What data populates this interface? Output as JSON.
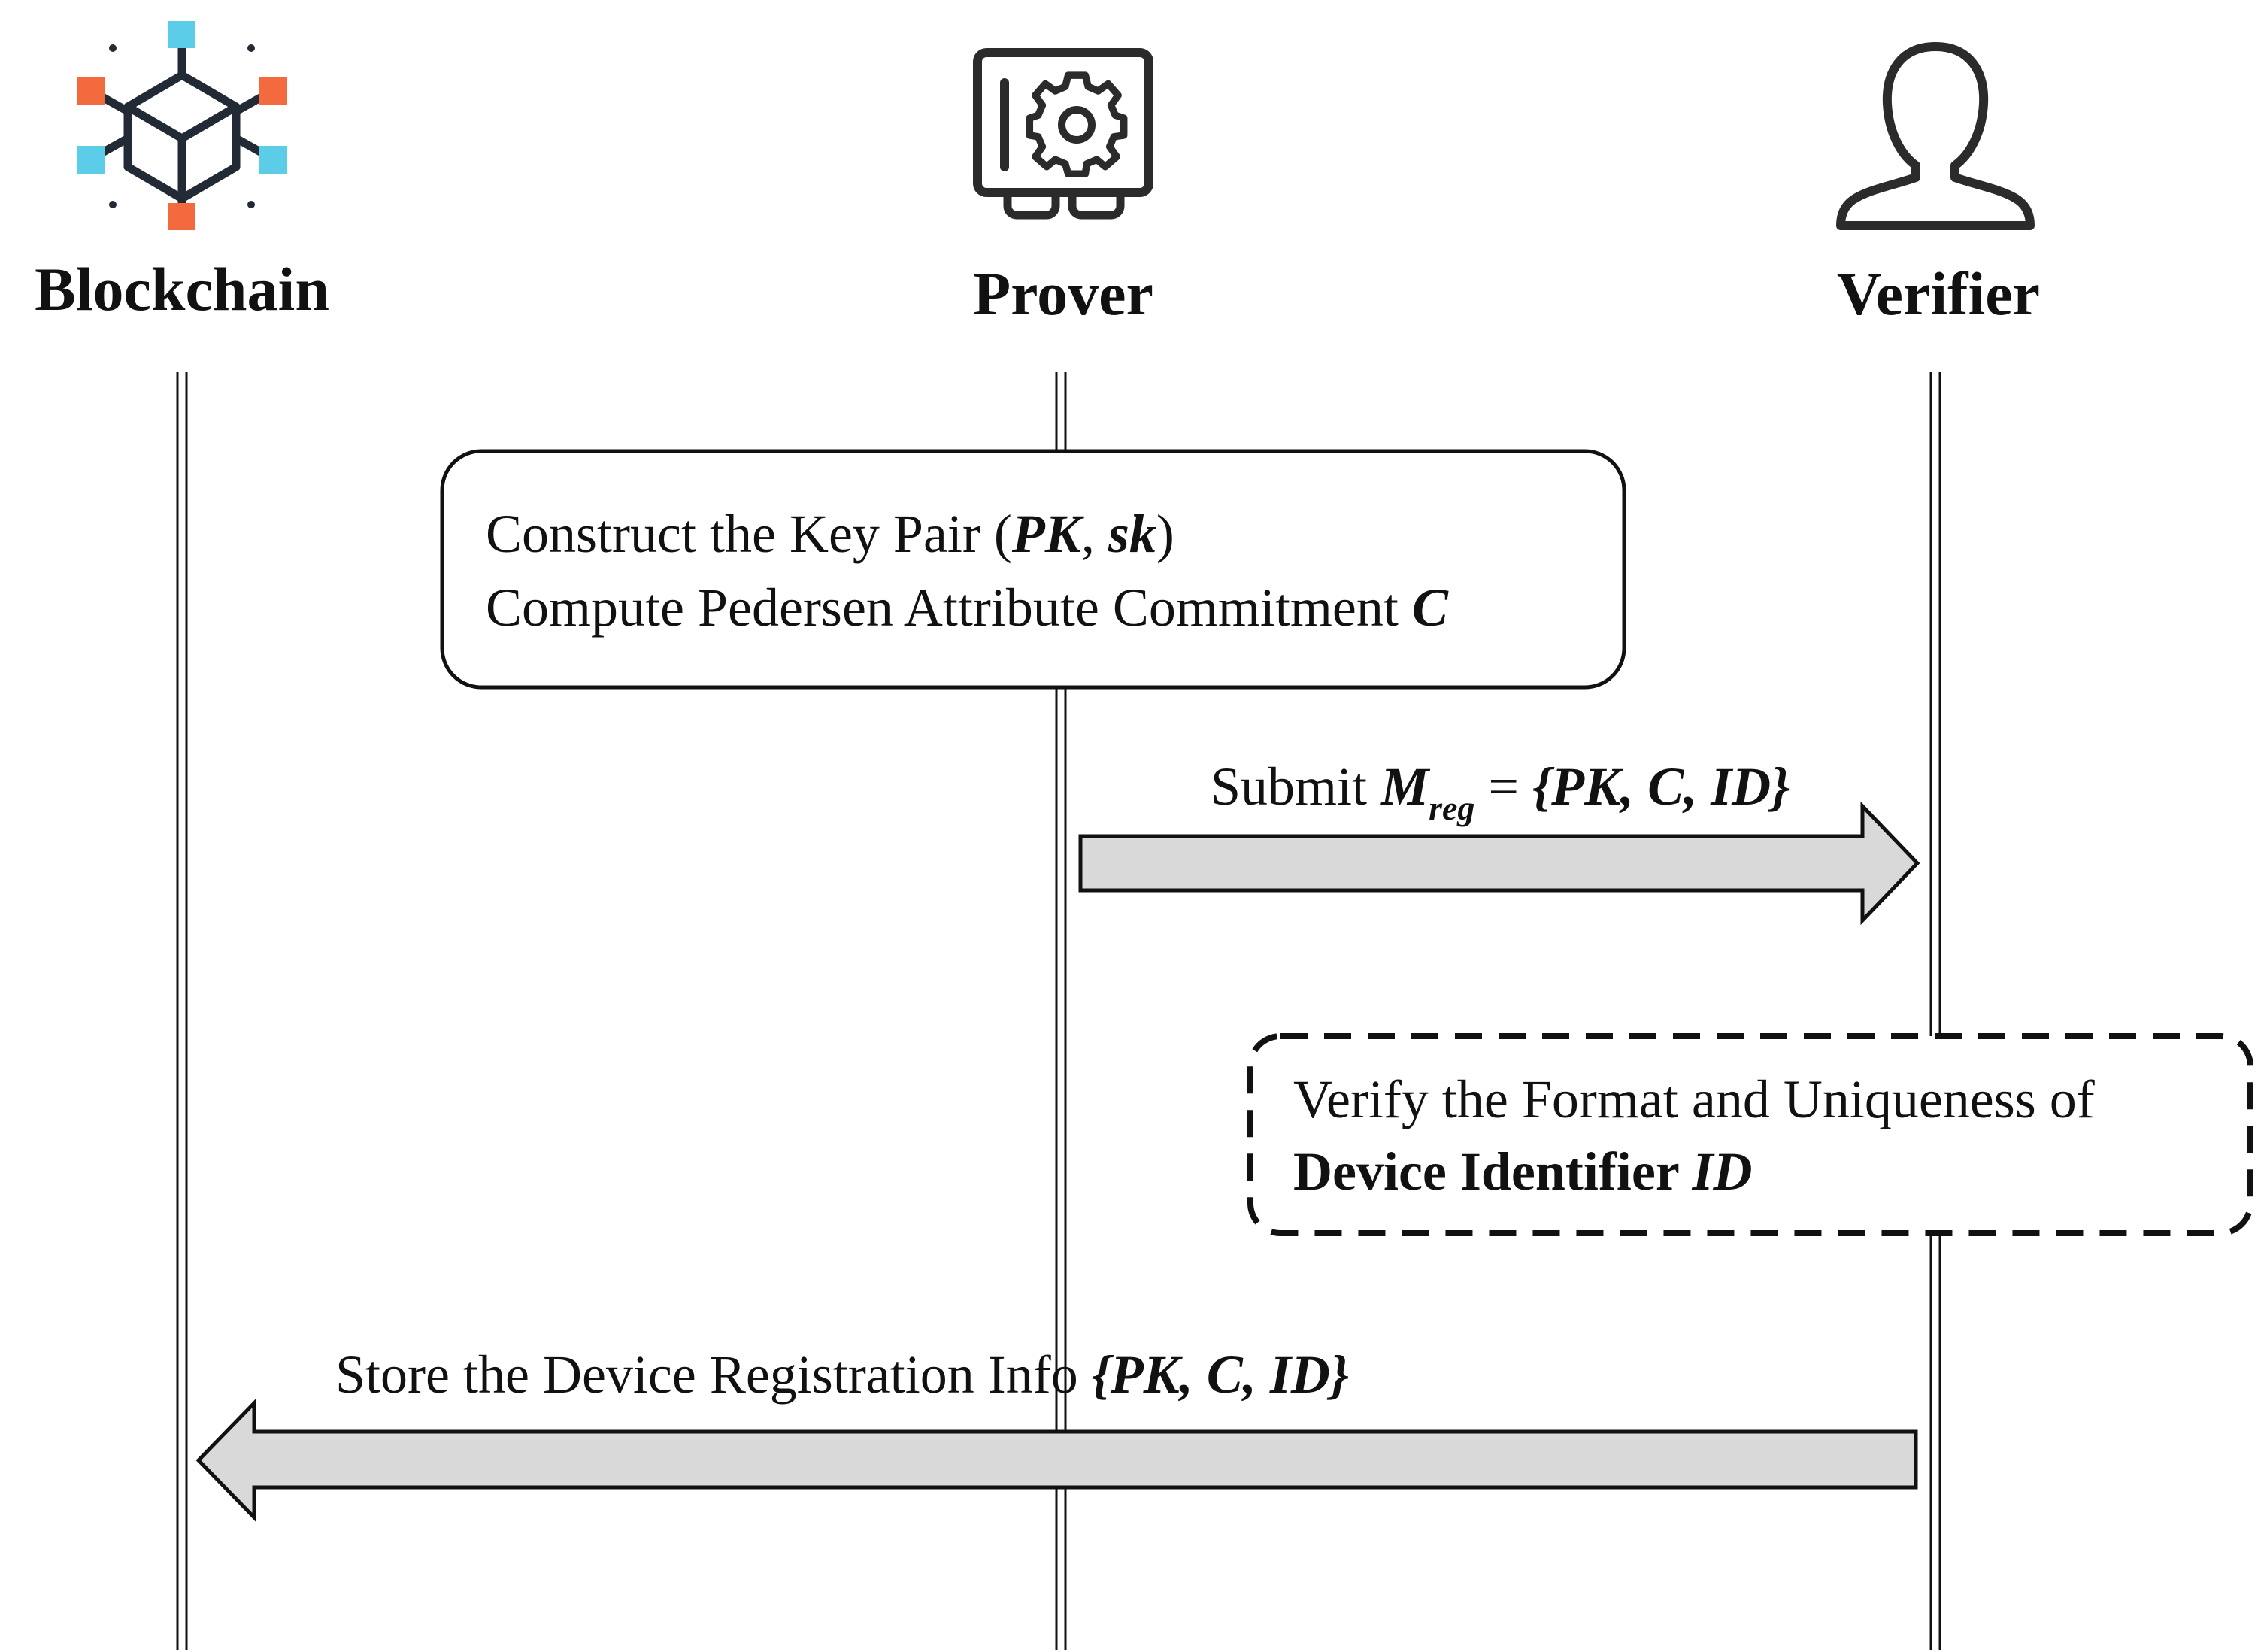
{
  "participants": [
    {
      "label": "Blockchain",
      "icon": "blockchain-network-icon"
    },
    {
      "label": "Prover",
      "icon": "device-gear-safe-icon"
    },
    {
      "label": "Verifier",
      "icon": "user-person-icon"
    }
  ],
  "prover_box": {
    "line1_prefix": "Construct the Key Pair (",
    "line1_pk": "PK",
    "line1_comma": ", ",
    "line1_sk": "sk",
    "line1_suffix": ")",
    "line2_prefix": "Compute Pedersen Attribute Commitment ",
    "line2_c": "C"
  },
  "submit_message": {
    "prefix": "Submit ",
    "m": "M",
    "sub": "reg",
    "equals": " = ",
    "set": "{PK, C, ID}"
  },
  "verifier_box": {
    "line1": "Verify the Format and Uniqueness of",
    "line2_bold": "Device Identifier ",
    "line2_id": "ID"
  },
  "store_message": {
    "prefix": "Store the Device Registration Info ",
    "set": "{PK, C, ID}"
  },
  "colors": {
    "node_orange": "#F26A3D",
    "node_cyan": "#5BCDE8",
    "arrow_fill": "#D9D9D9",
    "stroke": "#111111"
  }
}
